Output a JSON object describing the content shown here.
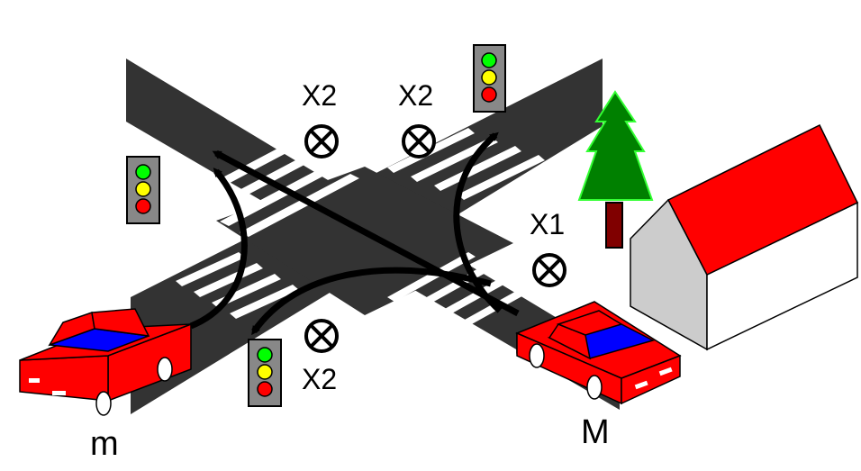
{
  "labels": {
    "x1": "X1",
    "x2_top_left": "X2",
    "x2_top_right": "X2",
    "x2_bottom": "X2",
    "car_small": "m",
    "car_big": "M"
  },
  "colors": {
    "road": "#333333",
    "crosswalk": "#ffffff",
    "car_body": "#ff0000",
    "car_window": "#0000ff",
    "light_green": "#00ff00",
    "light_yellow": "#ffff00",
    "light_red": "#ff0000",
    "tree": "#008000",
    "trunk": "#800000",
    "roof": "#ff0000",
    "house_wall": "#ffffff",
    "house_side": "#cccccc"
  },
  "icons": {
    "no_entry_marker": "circle-cross-icon",
    "traffic_light": "traffic-light-icon",
    "tree": "tree-icon",
    "house": "house-icon",
    "car": "car-icon",
    "path_arrow": "arrow-icon"
  }
}
